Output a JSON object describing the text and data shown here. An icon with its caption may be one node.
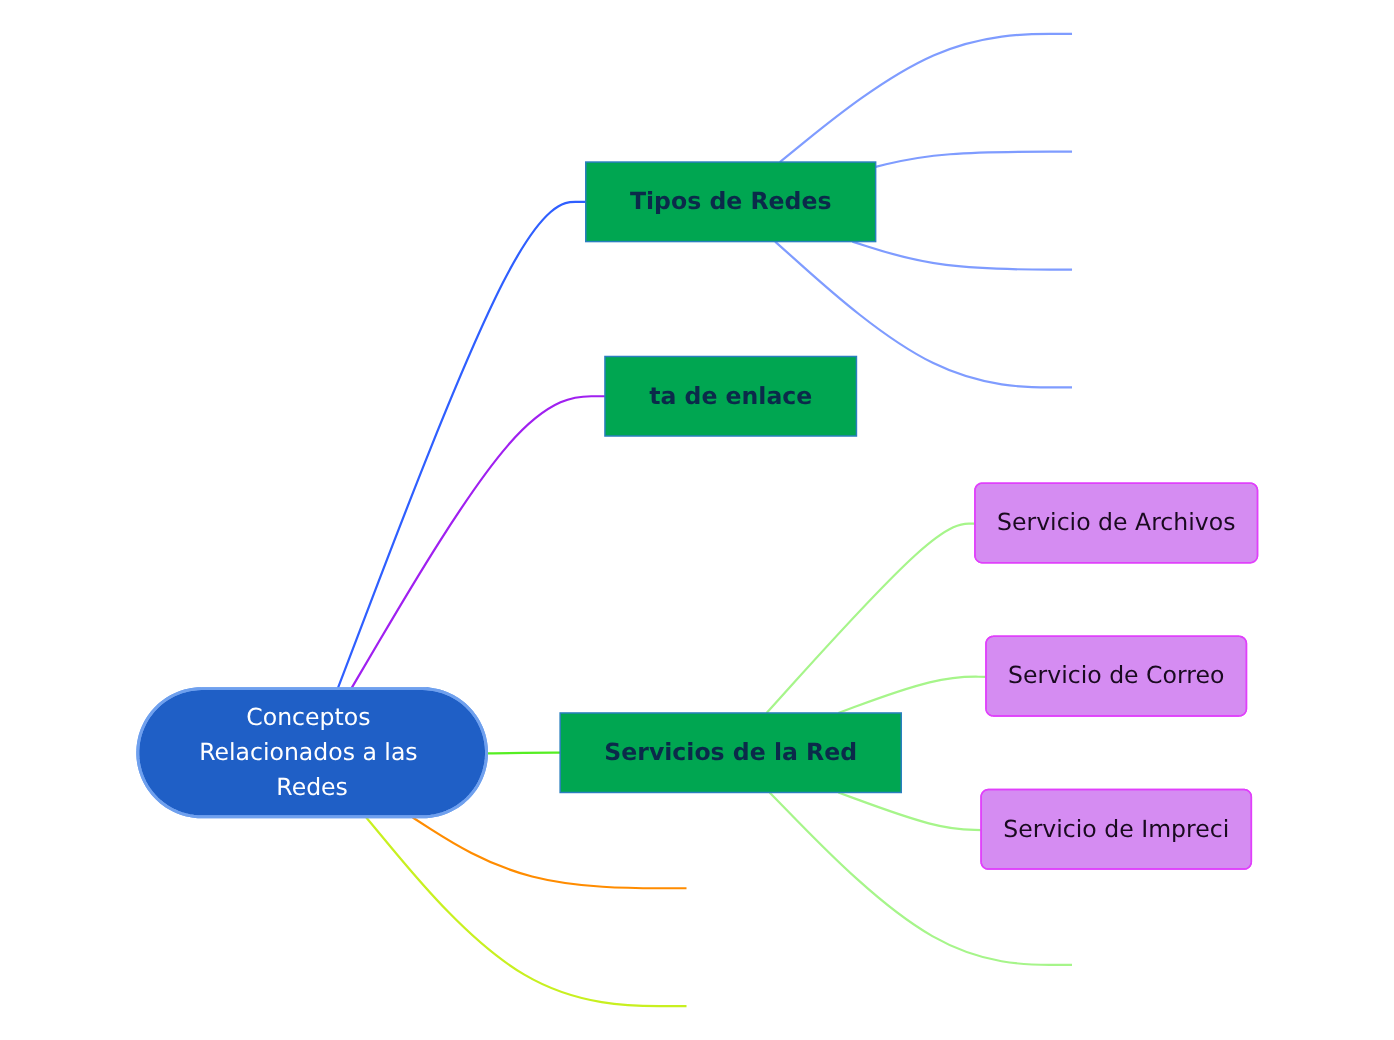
{
  "diagram": {
    "nodes": [
      {
        "text": [
          "Conceptos Relacionados a las Redes"
        ]
      },
      {
        "text": [
          "Tipos de Redes"
        ]
      },
      {
        "text": [
          "ta de enlace"
        ]
      },
      {
        "text": [
          "Servicios de la Red"
        ]
      },
      {
        "text": [
          "Servicio de Archivos"
        ]
      },
      {
        "text": [
          "Servicio de Correo"
        ]
      },
      {
        "text": [
          "Servicio de Impreci"
        ]
      }
    ],
    "edges": [
      {
        "from": 0,
        "to": 1,
        "arrow": "none",
        "color": "#2f5fff"
      },
      {
        "from": 0,
        "to": null,
        "arrow": "none",
        "color": "#ff8c00"
      },
      {
        "from": 0,
        "to": null,
        "arrow": "none",
        "color": "#c8f020"
      },
      {
        "from": 0,
        "to": 2,
        "arrow": "none",
        "color": "#a020f0"
      },
      {
        "from": 0,
        "to": 3,
        "arrow": "none",
        "color": "#55ee22"
      },
      {
        "from": 3,
        "to": 4,
        "arrow": "none",
        "color": "#a6f58a"
      },
      {
        "from": 3,
        "to": 5,
        "arrow": "none",
        "color": "#a6f58a"
      },
      {
        "from": 3,
        "to": 6,
        "arrow": "none",
        "color": "#a6f58a"
      },
      {
        "from": 3,
        "to": null,
        "arrow": "none",
        "color": "#a6f58a"
      },
      {
        "from": 1,
        "to": null,
        "arrow": "none",
        "color": "#7f9cff"
      },
      {
        "from": 1,
        "to": null,
        "arrow": "none",
        "color": "#7f9cff"
      },
      {
        "from": 1,
        "to": null,
        "arrow": "none",
        "color": "#7f9cff"
      },
      {
        "from": 1,
        "to": null,
        "arrow": "none",
        "color": "#7f9cff"
      }
    ]
  }
}
